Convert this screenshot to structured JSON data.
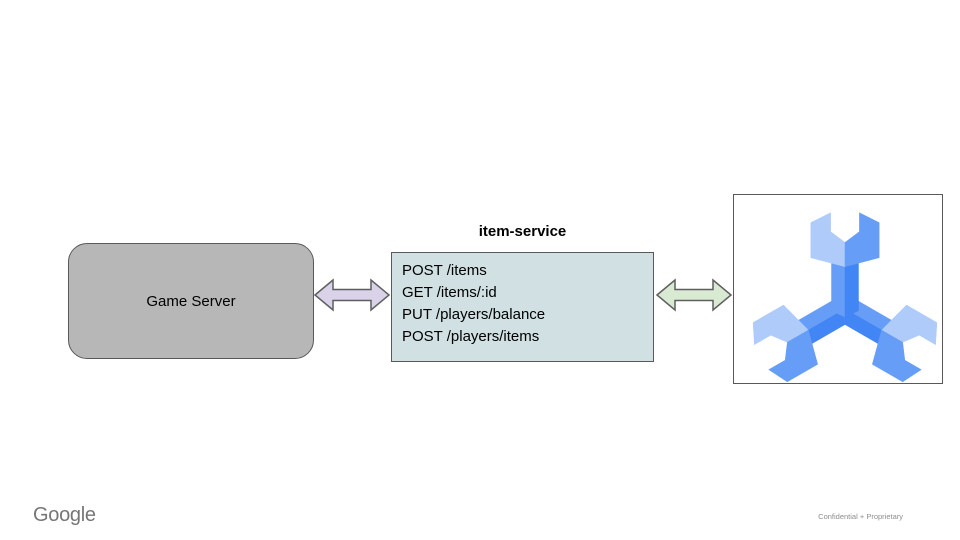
{
  "slide": {
    "background": "#ffffff",
    "brand": "Google",
    "confidentiality": "Confidential + Proprietary"
  },
  "diagram": {
    "game_server": {
      "label": "Game Server",
      "fill": "#b7b7b7",
      "border": "#595959"
    },
    "item_service": {
      "title": "item-service",
      "endpoints": [
        "POST /items",
        "GET /items/:id",
        "PUT /players/balance",
        "POST /players/items"
      ],
      "fill": "#d0e0e3",
      "border": "#595959"
    },
    "arrows": {
      "left": {
        "type": "bidirectional",
        "fill": "#d9d2e9",
        "stroke": "#5f5f5f"
      },
      "right": {
        "type": "bidirectional",
        "fill": "#d9ead3",
        "stroke": "#5f5f5f"
      }
    },
    "spanner_icon": {
      "name": "cloud-spanner-icon",
      "frame_border": "#595959",
      "colors": {
        "light": "#aecbfa",
        "medium": "#669df6",
        "dark": "#4285f4"
      }
    }
  }
}
